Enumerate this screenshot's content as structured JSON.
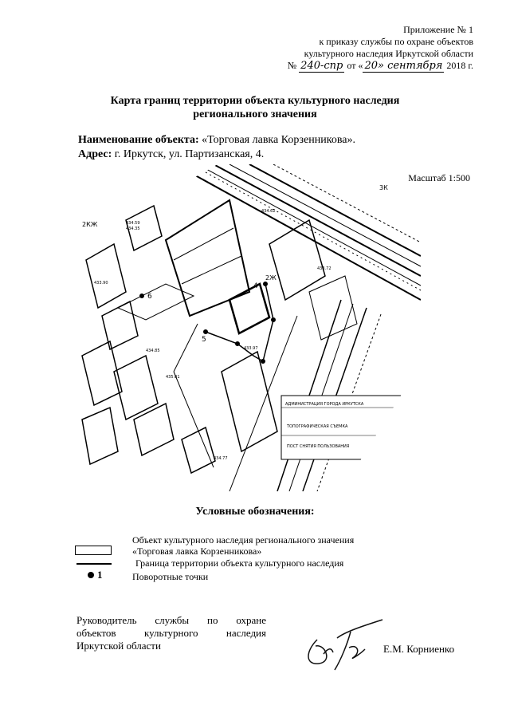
{
  "appendix": {
    "line1": "Приложение № 1",
    "line2": "к приказу службы по охране объектов",
    "line3": "культурного наследия Иркутской области",
    "num_prefix": "№",
    "num_value": "240-спр",
    "date_from": "от «",
    "date_value": "20» сентября",
    "year": "2018 г."
  },
  "title": {
    "line1": "Карта границ территории объекта культурного наследия",
    "line2": "регионального значения"
  },
  "object": {
    "name_label": "Наименование объекта:",
    "name_value": "«Торговая лавка Корзенникова».",
    "address_label": "Адрес:",
    "address_value": "г. Иркутск, ул. Партизанская, 4."
  },
  "scale": "Масштаб 1:500",
  "map": {
    "point_labels": [
      "4",
      "5",
      "6",
      "2Ж",
      "3К",
      "2КЖ"
    ],
    "elevations": [
      "434.59",
      "434.35",
      "433.97",
      "434.62",
      "433.72",
      "435.01",
      "434.85",
      "433.90",
      "434.77"
    ],
    "stamp": [
      "АДМИНИСТРАЦИЯ ГОРОДА ИРКУТСКА",
      "ТОПОГРАФИЧЕСКАЯ СЪЕМКА",
      "ПОСТ СНЯТИЯ ПОЛЬЗОВАНИЯ"
    ]
  },
  "legend": {
    "title": "Условные обозначения:",
    "items": [
      {
        "text1": "Объект культурного наследия регионального значения",
        "text2": "«Торговая лавка Корзенникова»"
      },
      {
        "text1": "Граница территории объекта культурного наследия"
      },
      {
        "symbol": "1",
        "text1": "Поворотные точки"
      }
    ]
  },
  "signature": {
    "line1": "Руководитель службы по охране",
    "line2": "объектов культурного наследия",
    "line3": "Иркутской области",
    "name": "Е.М. Корниенко"
  }
}
